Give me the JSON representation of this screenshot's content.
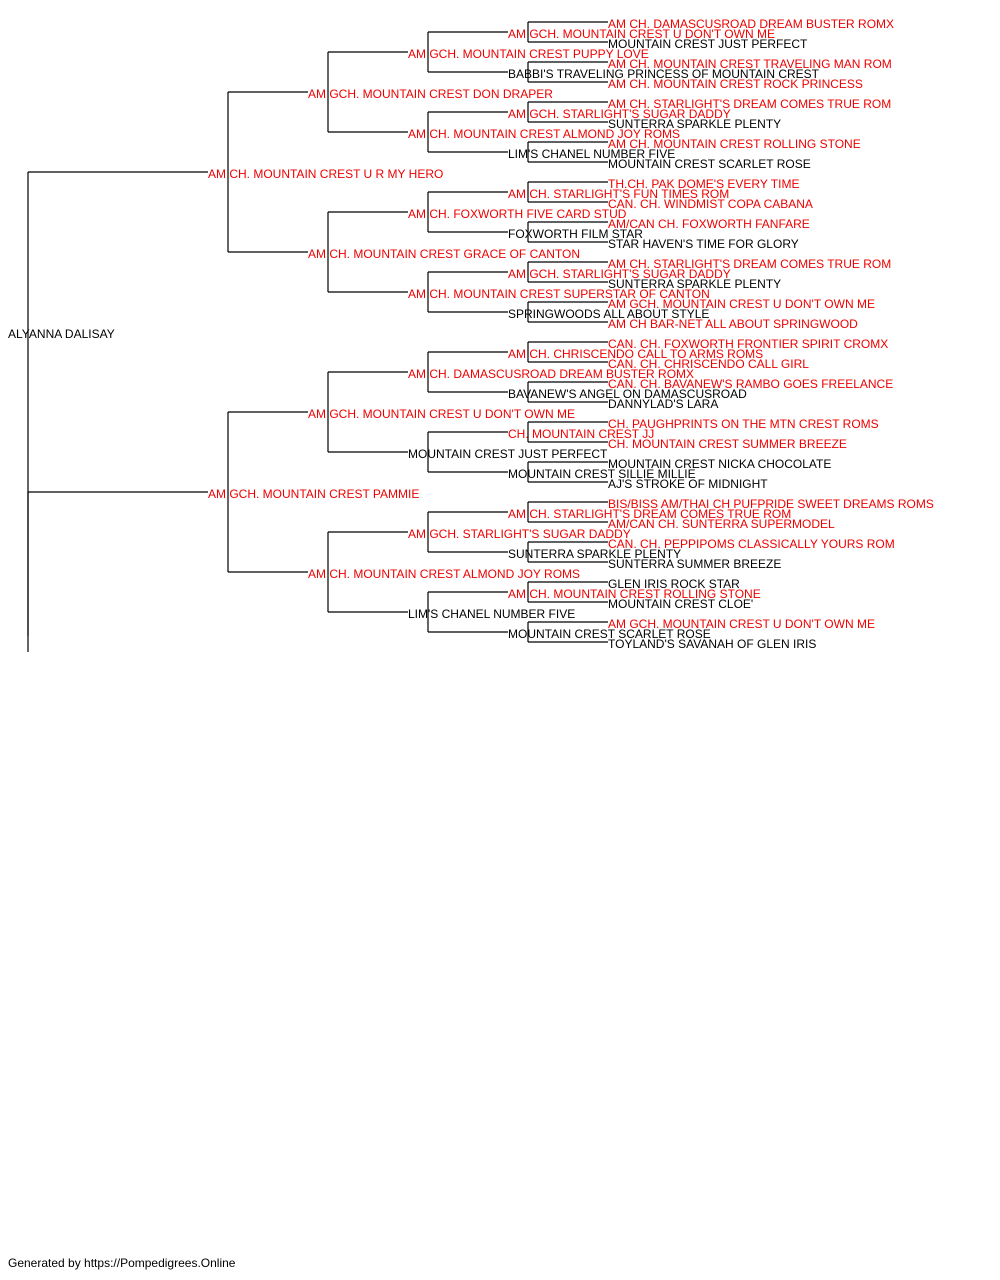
{
  "colors": {
    "champion": "#ee0000",
    "normal": "#000000",
    "line": "#000000"
  },
  "subject": {
    "name": "ALYANNA DALISAY",
    "champion": false
  },
  "pedigree": {
    "sire": {
      "name": "AM CH. MOUNTAIN CREST U R MY HERO",
      "champion": true,
      "sire": {
        "name": "AM GCH. MOUNTAIN CREST DON DRAPER",
        "champion": true,
        "sire": {
          "name": "AM GCH. MOUNTAIN CREST PUPPY LOVE",
          "champion": true,
          "sire": {
            "name": "AM GCH. MOUNTAIN CREST U DON'T OWN ME",
            "champion": true,
            "sire": {
              "name": "AM CH. DAMASCUSROAD DREAM BUSTER ROMX",
              "champion": true
            },
            "dam": {
              "name": "MOUNTAIN CREST JUST PERFECT",
              "champion": false
            }
          },
          "dam": {
            "name": "BABBI'S TRAVELING PRINCESS OF MOUNTAIN CREST",
            "champion": false,
            "sire": {
              "name": "AM CH. MOUNTAIN CREST TRAVELING MAN ROM",
              "champion": true
            },
            "dam": {
              "name": "AM CH. MOUNTAIN CREST ROCK PRINCESS",
              "champion": true
            }
          }
        },
        "dam": {
          "name": "AM CH. MOUNTAIN CREST ALMOND JOY ROMS",
          "champion": true,
          "sire": {
            "name": "AM GCH. STARLIGHT'S SUGAR DADDY",
            "champion": true,
            "sire": {
              "name": "AM CH. STARLIGHT'S DREAM COMES TRUE ROM",
              "champion": true
            },
            "dam": {
              "name": "SUNTERRA SPARKLE PLENTY",
              "champion": false
            }
          },
          "dam": {
            "name": "LIM'S CHANEL NUMBER FIVE",
            "champion": false,
            "sire": {
              "name": "AM CH. MOUNTAIN CREST ROLLING STONE",
              "champion": true
            },
            "dam": {
              "name": "MOUNTAIN CREST SCARLET ROSE",
              "champion": false
            }
          }
        }
      },
      "dam": {
        "name": "AM CH. MOUNTAIN CREST GRACE OF CANTON",
        "champion": true,
        "sire": {
          "name": "AM CH. FOXWORTH FIVE CARD STUD",
          "champion": true,
          "sire": {
            "name": "AM CH. STARLIGHT'S FUN TIMES ROM",
            "champion": true,
            "sire": {
              "name": "TH.CH. PAK DOME'S EVERY TIME",
              "champion": true
            },
            "dam": {
              "name": "CAN. CH. WINDMIST COPA CABANA",
              "champion": true
            }
          },
          "dam": {
            "name": "FOXWORTH FILM STAR",
            "champion": false,
            "sire": {
              "name": "AM/CAN CH. FOXWORTH FANFARE",
              "champion": true
            },
            "dam": {
              "name": "STAR HAVEN'S TIME FOR GLORY",
              "champion": false
            }
          }
        },
        "dam": {
          "name": "AM CH. MOUNTAIN CREST SUPERSTAR OF CANTON",
          "champion": true,
          "sire": {
            "name": "AM GCH. STARLIGHT'S SUGAR DADDY",
            "champion": true,
            "sire": {
              "name": "AM CH. STARLIGHT'S DREAM COMES TRUE ROM",
              "champion": true
            },
            "dam": {
              "name": "SUNTERRA SPARKLE PLENTY",
              "champion": false
            }
          },
          "dam": {
            "name": "SPRINGWOODS ALL ABOUT STYLE",
            "champion": false,
            "sire": {
              "name": "AM GCH. MOUNTAIN CREST U DON'T OWN ME",
              "champion": true
            },
            "dam": {
              "name": "AM CH BAR-NET ALL ABOUT SPRINGWOOD",
              "champion": true
            }
          }
        }
      }
    },
    "dam": {
      "name": "AM GCH. MOUNTAIN CREST PAMMIE",
      "champion": true,
      "sire": {
        "name": "AM GCH. MOUNTAIN CREST U DON'T OWN ME",
        "champion": true,
        "sire": {
          "name": "AM CH. DAMASCUSROAD DREAM BUSTER ROMX",
          "champion": true,
          "sire": {
            "name": "AM CH. CHRISCENDO CALL TO ARMS ROMS",
            "champion": true,
            "sire": {
              "name": "CAN. CH. FOXWORTH FRONTIER SPIRIT CROMX",
              "champion": true
            },
            "dam": {
              "name": "CAN. CH. CHRISCENDO CALL GIRL",
              "champion": true
            }
          },
          "dam": {
            "name": "BAVANEW'S ANGEL ON DAMASCUSROAD",
            "champion": false,
            "sire": {
              "name": "CAN. CH. BAVANEW'S RAMBO GOES FREELANCE",
              "champion": true
            },
            "dam": {
              "name": "DANNYLAD'S LARA",
              "champion": false
            }
          }
        },
        "dam": {
          "name": "MOUNTAIN CREST JUST PERFECT",
          "champion": false,
          "sire": {
            "name": "CH. MOUNTAIN CREST JJ",
            "champion": true,
            "sire": {
              "name": "CH. PAUGHPRINTS ON THE MTN CREST ROMS",
              "champion": true
            },
            "dam": {
              "name": "CH. MOUNTAIN CREST SUMMER BREEZE",
              "champion": true
            }
          },
          "dam": {
            "name": "MOUNTAIN CREST SILLIE MILLIE",
            "champion": false,
            "sire": {
              "name": "MOUNTAIN CREST NICKA CHOCOLATE",
              "champion": false
            },
            "dam": {
              "name": "AJ'S STROKE OF MIDNIGHT",
              "champion": false
            }
          }
        }
      },
      "dam": {
        "name": "AM CH. MOUNTAIN CREST ALMOND JOY ROMS",
        "champion": true,
        "sire": {
          "name": "AM GCH. STARLIGHT'S SUGAR DADDY",
          "champion": true,
          "sire": {
            "name": "AM CH. STARLIGHT'S DREAM COMES TRUE ROM",
            "champion": true,
            "sire": {
              "name": "BIS/BISS AM/THAI CH PUFPRIDE SWEET DREAMS ROMS",
              "champion": true
            },
            "dam": {
              "name": "AM/CAN CH. SUNTERRA SUPERMODEL",
              "champion": true
            }
          },
          "dam": {
            "name": "SUNTERRA SPARKLE PLENTY",
            "champion": false,
            "sire": {
              "name": "CAN. CH. PEPPIPOMS CLASSICALLY YOURS ROM",
              "champion": true
            },
            "dam": {
              "name": "SUNTERRA SUMMER BREEZE",
              "champion": false
            }
          }
        },
        "dam": {
          "name": "LIM'S CHANEL NUMBER FIVE",
          "champion": false,
          "sire": {
            "name": "AM CH. MOUNTAIN CREST ROLLING STONE",
            "champion": true,
            "sire": {
              "name": "GLEN IRIS ROCK STAR",
              "champion": false
            },
            "dam": {
              "name": "MOUNTAIN CREST CLOE'",
              "champion": false
            }
          },
          "dam": {
            "name": "MOUNTAIN CREST SCARLET ROSE",
            "champion": false,
            "sire": {
              "name": "AM GCH. MOUNTAIN CREST U DON'T OWN ME",
              "champion": true
            },
            "dam": {
              "name": "TOYLAND'S SAVANAH OF GLEN IRIS",
              "champion": false
            }
          }
        }
      }
    }
  },
  "footer": {
    "text": "Generated by https://Pompedigrees.Online"
  }
}
